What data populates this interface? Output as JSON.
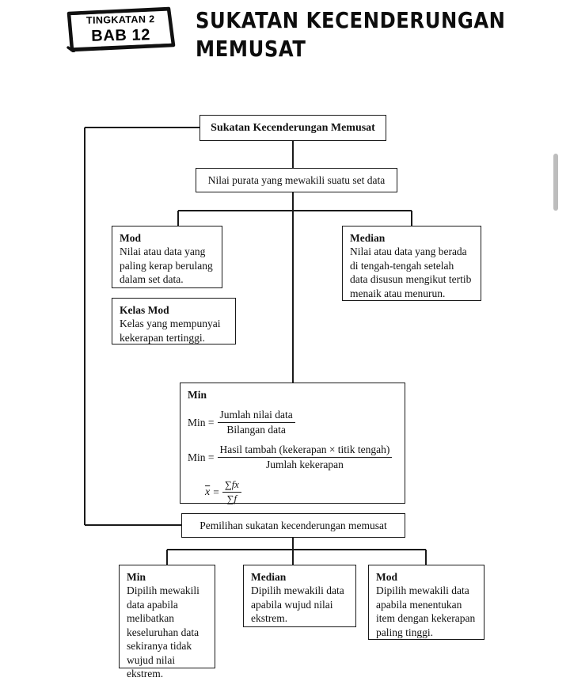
{
  "header": {
    "badge": {
      "line1": "TINGKATAN 2",
      "line2": "BAB 12"
    },
    "title_line1": "SUKATAN KECENDERUNGAN",
    "title_line2": "MEMUSAT"
  },
  "chart_data": {
    "type": "diagram",
    "title": "Sukatan Kecenderungan Memusat",
    "nodes": {
      "root": "Sukatan Kecenderungan Memusat",
      "subtitle": "Nilai purata yang mewakili suatu set data",
      "mod": {
        "head": "Mod",
        "body": "Nilai atau data yang paling kerap berulang dalam set data."
      },
      "kelas_mod": {
        "head": "Kelas Mod",
        "body": "Kelas yang mempunyai kekerapan tertinggi."
      },
      "median": {
        "head": "Median",
        "body": "Nilai atau data yang berada di tengah-tengah setelah data disusun mengikut tertib menaik atau menurun."
      },
      "min": {
        "head": "Min",
        "formula1": {
          "label": "Min =",
          "numerator": "Jumlah nilai data",
          "denominator": "Bilangan data"
        },
        "formula2": {
          "label": "Min =",
          "numerator": "Hasil tambah (kekerapan × titik tengah)",
          "denominator": "Jumlah kekerapan"
        },
        "formula3": {
          "symbol": "x",
          "equals": "=",
          "numerator": "∑fx",
          "denominator": "∑f"
        }
      },
      "pemilihan": "Pemilihan sukatan kecenderungan memusat",
      "pilih_min": {
        "head": "Min",
        "body": "Dipilih mewakili data apabila melibatkan keseluruhan data sekiranya tidak wujud nilai ekstrem."
      },
      "pilih_median": {
        "head": "Median",
        "body": "Dipilih mewakili data apabila wujud nilai ekstrem."
      },
      "pilih_mod": {
        "head": "Mod",
        "body": "Dipilih mewakili data apabila menentukan item dengan kekerapan paling tinggi."
      }
    },
    "edges": [
      {
        "from": "root",
        "to": "subtitle"
      },
      {
        "from": "subtitle",
        "to": "mod"
      },
      {
        "from": "subtitle",
        "to": "median"
      },
      {
        "from": "subtitle",
        "to": "min"
      },
      {
        "from": "root",
        "to": "pemilihan"
      },
      {
        "from": "pemilihan",
        "to": "pilih_min"
      },
      {
        "from": "pemilihan",
        "to": "pilih_median"
      },
      {
        "from": "pemilihan",
        "to": "pilih_mod"
      }
    ]
  },
  "colors": {
    "line": "#1a1a1a",
    "text": "#111111",
    "scrollbar": "#bdbdbd"
  }
}
